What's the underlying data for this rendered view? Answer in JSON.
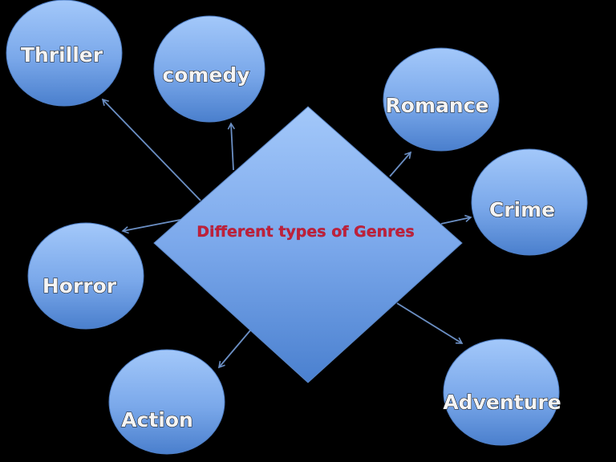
{
  "diagram": {
    "background": "#000000",
    "center": {
      "label": "Different types of Genres",
      "shape": "diamond",
      "text_color": "#c0203a"
    },
    "nodes": [
      {
        "id": "thriller",
        "label": "Thriller"
      },
      {
        "id": "comedy",
        "label": "comedy"
      },
      {
        "id": "romance",
        "label": "Romance"
      },
      {
        "id": "crime",
        "label": "Crime"
      },
      {
        "id": "horror",
        "label": "Horror"
      },
      {
        "id": "action",
        "label": "Action"
      },
      {
        "id": "adventure",
        "label": "Adventure"
      }
    ],
    "colors": {
      "node_fill_top": "#9cc2f7",
      "node_fill_bottom": "#4a80cf",
      "arrow": "#6b8fc4"
    }
  }
}
